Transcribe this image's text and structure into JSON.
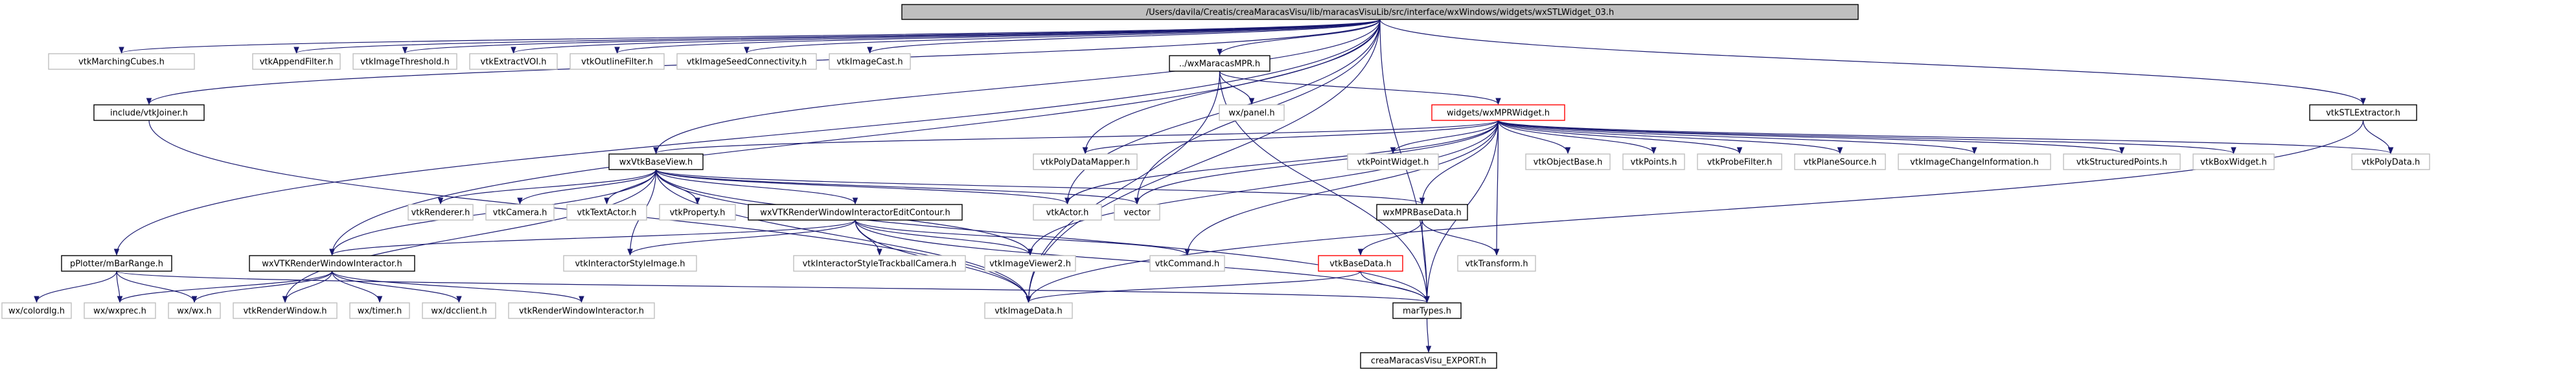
{
  "colors": {
    "edge": "#191970",
    "root_fill": "#bfbfbf",
    "node_border_solid": "#000000",
    "node_border_missing": "#bfbfbf",
    "node_border_truncated": "#ff0000",
    "text": "#000000"
  },
  "nodes": [
    {
      "id": "root",
      "label": "/Users/davila/Creatis/creaMaracasVisu/lib/maracasVisuLib/src/interface/wxWindows/widgets/wxSTLWidget_03.h",
      "style": "root"
    },
    {
      "id": "marchingcubes",
      "label": "vtkMarchingCubes.h",
      "style": "missing"
    },
    {
      "id": "appendfilter",
      "label": "vtkAppendFilter.h",
      "style": "missing"
    },
    {
      "id": "imagethreshold",
      "label": "vtkImageThreshold.h",
      "style": "missing"
    },
    {
      "id": "extractvoi",
      "label": "vtkExtractVOI.h",
      "style": "missing"
    },
    {
      "id": "outlinefilter",
      "label": "vtkOutlineFilter.h",
      "style": "missing"
    },
    {
      "id": "seedconn",
      "label": "vtkImageSeedConnectivity.h",
      "style": "missing"
    },
    {
      "id": "imagecast",
      "label": "vtkImageCast.h",
      "style": "missing"
    },
    {
      "id": "maracasmpr",
      "label": "../wxMaracasMPR.h",
      "style": "solid"
    },
    {
      "id": "vtkjoiner",
      "label": "include/vtkJoiner.h",
      "style": "solid"
    },
    {
      "id": "wxpanel",
      "label": "wx/panel.h",
      "style": "missing"
    },
    {
      "id": "mprwidget",
      "label": "widgets/wxMPRWidget.h",
      "style": "truncated"
    },
    {
      "id": "stlextractor",
      "label": "vtkSTLExtractor.h",
      "style": "solid"
    },
    {
      "id": "vtkbaseview",
      "label": "wxVtkBaseView.h",
      "style": "solid"
    },
    {
      "id": "polydatamapper",
      "label": "vtkPolyDataMapper.h",
      "style": "missing"
    },
    {
      "id": "pointwidget",
      "label": "vtkPointWidget.h",
      "style": "missing"
    },
    {
      "id": "objectbase",
      "label": "vtkObjectBase.h",
      "style": "missing"
    },
    {
      "id": "points",
      "label": "vtkPoints.h",
      "style": "missing"
    },
    {
      "id": "probefilter",
      "label": "vtkProbeFilter.h",
      "style": "missing"
    },
    {
      "id": "planesource",
      "label": "vtkPlaneSource.h",
      "style": "missing"
    },
    {
      "id": "imagechangeinfo",
      "label": "vtkImageChangeInformation.h",
      "style": "missing"
    },
    {
      "id": "structuredpoints",
      "label": "vtkStructuredPoints.h",
      "style": "missing"
    },
    {
      "id": "boxwidget",
      "label": "vtkBoxWidget.h",
      "style": "missing"
    },
    {
      "id": "polydata",
      "label": "vtkPolyData.h",
      "style": "missing"
    },
    {
      "id": "renderer",
      "label": "vtkRenderer.h",
      "style": "missing"
    },
    {
      "id": "camera",
      "label": "vtkCamera.h",
      "style": "missing"
    },
    {
      "id": "textactor",
      "label": "vtkTextActor.h",
      "style": "missing"
    },
    {
      "id": "property",
      "label": "vtkProperty.h",
      "style": "missing"
    },
    {
      "id": "rwieditcontour",
      "label": "wxVTKRenderWindowInteractorEditContour.h",
      "style": "solid"
    },
    {
      "id": "actor",
      "label": "vtkActor.h",
      "style": "missing"
    },
    {
      "id": "vector",
      "label": "vector",
      "style": "missing"
    },
    {
      "id": "mprbasedata",
      "label": "wxMPRBaseData.h",
      "style": "solid"
    },
    {
      "id": "plotter",
      "label": "pPlotter/mBarRange.h",
      "style": "solid"
    },
    {
      "id": "wxvtkrwi",
      "label": "wxVTKRenderWindowInteractor.h",
      "style": "solid"
    },
    {
      "id": "interactorstyleimage",
      "label": "vtkInteractorStyleImage.h",
      "style": "missing"
    },
    {
      "id": "trackballcamera",
      "label": "vtkInteractorStyleTrackballCamera.h",
      "style": "missing"
    },
    {
      "id": "imageviewer2",
      "label": "vtkImageViewer2.h",
      "style": "missing"
    },
    {
      "id": "command",
      "label": "vtkCommand.h",
      "style": "missing"
    },
    {
      "id": "basedata",
      "label": "vtkBaseData.h",
      "style": "truncated"
    },
    {
      "id": "transform",
      "label": "vtkTransform.h",
      "style": "missing"
    },
    {
      "id": "colordlg",
      "label": "wx/colordlg.h",
      "style": "missing"
    },
    {
      "id": "wxprec",
      "label": "wx/wxprec.h",
      "style": "missing"
    },
    {
      "id": "wxwx",
      "label": "wx/wx.h",
      "style": "missing"
    },
    {
      "id": "renderwindow",
      "label": "vtkRenderWindow.h",
      "style": "missing"
    },
    {
      "id": "timer",
      "label": "wx/timer.h",
      "style": "missing"
    },
    {
      "id": "dcclient",
      "label": "wx/dcclient.h",
      "style": "missing"
    },
    {
      "id": "rwi",
      "label": "vtkRenderWindowInteractor.h",
      "style": "missing"
    },
    {
      "id": "imagedata",
      "label": "vtkImageData.h",
      "style": "missing"
    },
    {
      "id": "marTypes",
      "label": "marTypes.h",
      "style": "solid"
    },
    {
      "id": "export",
      "label": "creaMaracasVisu_EXPORT.h",
      "style": "solid"
    }
  ]
}
